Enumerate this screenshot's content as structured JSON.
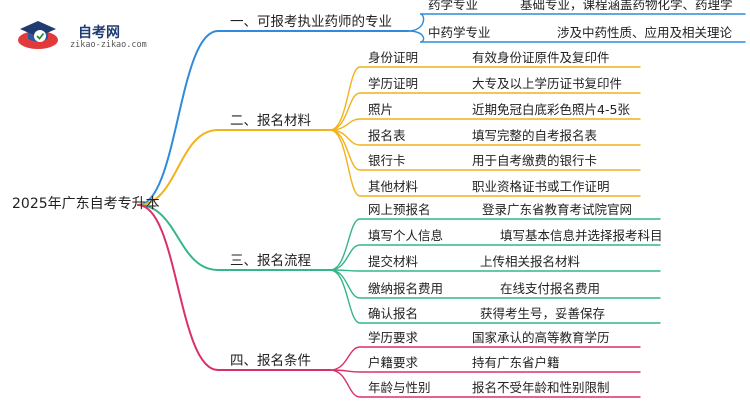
{
  "logo": {
    "title": "自考网",
    "url": "zikao-zikao.com"
  },
  "root": {
    "label": "2025年广东自考专升本"
  },
  "branches": [
    {
      "label": "一、可报考执业药师的专业",
      "color": "#2f8bd9",
      "items": [
        {
          "label": "药学专业",
          "detail": "基础专业，课程涵盖药物化学、药理学"
        },
        {
          "label": "中药学专业",
          "detail": "涉及中药性质、应用及相关理论"
        }
      ]
    },
    {
      "label": "二、报名材料",
      "color": "#f2b21b",
      "items": [
        {
          "label": "身份证明",
          "detail": "有效身份证原件及复印件"
        },
        {
          "label": "学历证明",
          "detail": "大专及以上学历证书复印件"
        },
        {
          "label": "照片",
          "detail": "近期免冠白底彩色照片4-5张"
        },
        {
          "label": "报名表",
          "detail": "填写完整的自考报名表"
        },
        {
          "label": "银行卡",
          "detail": "用于自考缴费的银行卡"
        },
        {
          "label": "其他材料",
          "detail": "职业资格证书或工作证明"
        }
      ]
    },
    {
      "label": "三、报名流程",
      "color": "#35b58a",
      "items": [
        {
          "label": "网上预报名",
          "detail": "登录广东省教育考试院官网"
        },
        {
          "label": "填写个人信息",
          "detail": "填写基本信息并选择报考科目"
        },
        {
          "label": "提交材料",
          "detail": "上传相关报名材料"
        },
        {
          "label": "缴纳报名费用",
          "detail": "在线支付报名费用"
        },
        {
          "label": "确认报名",
          "detail": "获得考生号，妥善保存"
        }
      ]
    },
    {
      "label": "四、报名条件",
      "color": "#d9306a",
      "items": [
        {
          "label": "学历要求",
          "detail": "国家承认的高等教育学历"
        },
        {
          "label": "户籍要求",
          "detail": "持有广东省户籍"
        },
        {
          "label": "年龄与性别",
          "detail": "报名不受年龄和性别限制"
        }
      ]
    }
  ]
}
